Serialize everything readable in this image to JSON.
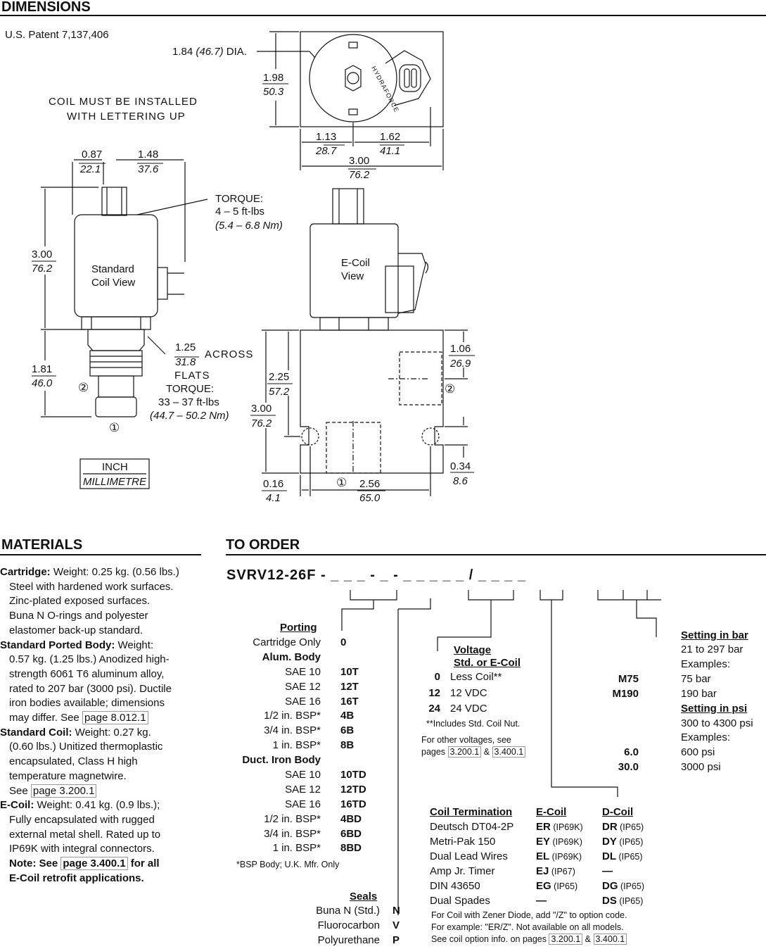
{
  "headings": {
    "dimensions": "DIMENSIONS",
    "materials": "MATERIALS",
    "to_order": "TO ORDER"
  },
  "dims": {
    "patent": "U.S. Patent 7,137,406",
    "note_line1": "COIL MUST BE INSTALLED",
    "note_line2": "WITH LETTERING UP",
    "dia_label": "1.84 ",
    "dia_mm": "(46.7)",
    "dia_suffix": " DIA.",
    "top_h_in": "1.98",
    "top_h_mm": "50.3",
    "top_w1_in": "1.13",
    "top_w1_mm": "28.7",
    "top_w2_in": "1.62",
    "top_w2_mm": "41.1",
    "top_w_in": "3.00",
    "top_w_mm": "76.2",
    "brand": "HYDRAFORCE",
    "w087_in": "0.87",
    "w087_mm": "22.1",
    "w148_in": "1.48",
    "w148_mm": "37.6",
    "torque1": "TORQUE:",
    "torque1_a": "4 – 5 ft-lbs",
    "torque1_b": "(5.4 – 6.8 Nm)",
    "std_coil1": "Standard",
    "std_coil2": "Coil View",
    "ecoil1": "E-Coil",
    "ecoil2": "View",
    "h300_in": "3.00",
    "h300_mm": "76.2",
    "h181_in": "1.81",
    "h181_mm": "46.0",
    "flats_in": "1.25",
    "flats_mm": "31.8",
    "across": "ACROSS",
    "flats": "FLATS",
    "torque2": "TORQUE:",
    "torque2_a": "33 – 37 ft-lbs",
    "torque2_b": "(44.7 – 50.2 Nm)",
    "port1": "①",
    "port2": "②",
    "unit_in": "INCH",
    "unit_mm": "MILLIMETRE",
    "b225_in": "2.25",
    "b225_mm": "57.2",
    "b300_in": "3.00",
    "b300_mm": "76.2",
    "b106_in": "1.06",
    "b106_mm": "26.9",
    "b034_in": "0.34",
    "b034_mm": "8.6",
    "b016_in": "0.16",
    "b016_mm": "4.1",
    "b256_in": "2.56",
    "b256_mm": "65.0"
  },
  "materials": {
    "cart_h": "Cartridge:",
    "cart_t": " Weight: 0.25 kg. (0.56 lbs.)",
    "cart_l": [
      "Steel with hardened work surfaces.",
      "Zinc-plated exposed surfaces.",
      "Buna N O-rings and polyester",
      "elastomer back-up standard."
    ],
    "body_h": "Standard Ported Body:",
    "body_t": " Weight:",
    "body_l": [
      "0.57 kg. (1.25 lbs.) Anodized high-",
      "strength 6061 T6 aluminum alloy,",
      "rated to 207 bar (3000 psi). Ductile",
      "iron bodies available; dimensions"
    ],
    "body_last": "may differ. See ",
    "body_link": "page 8.012.1",
    "coil_h": "Standard Coil:",
    "coil_t": " Weight: 0.27 kg.",
    "coil_l": [
      "(0.60 lbs.) Unitized thermoplastic",
      "encapsulated, Class H high",
      "temperature magnetwire."
    ],
    "coil_last": "See ",
    "coil_link": "page 3.200.1",
    "ecoil_h": "E-Coil:",
    "ecoil_t": " Weight: 0.41 kg. (0.9 lbs.);",
    "ecoil_l": [
      "Fully encapsulated with rugged",
      "external metal shell. Rated up to",
      "IP69K with integral connectors."
    ],
    "note_a": "Note: See ",
    "note_link": "page 3.400.1",
    "note_b": " for all",
    "note_c": "E-Coil retrofit applications."
  },
  "order": {
    "model": "SVRV12-26F - _ _ _ - _ - _ _ _ _ _ / _ _ _ _",
    "porting_h": "Porting",
    "porting": [
      {
        "label": "Cartridge Only",
        "code": "0"
      },
      {
        "label": "Alum. Body",
        "code": "",
        "head": true
      },
      {
        "label": "SAE 10",
        "code": "10T"
      },
      {
        "label": "SAE 12",
        "code": "12T"
      },
      {
        "label": "SAE 16",
        "code": "16T"
      },
      {
        "label": "1/2 in. BSP*",
        "code": "4B"
      },
      {
        "label": "3/4 in. BSP*",
        "code": "6B"
      },
      {
        "label": "1 in. BSP*",
        "code": "8B"
      },
      {
        "label": "Duct. Iron Body",
        "code": "",
        "head": true
      },
      {
        "label": "SAE 10",
        "code": "10TD"
      },
      {
        "label": "SAE 12",
        "code": "12TD"
      },
      {
        "label": "SAE 16",
        "code": "16TD"
      },
      {
        "label": "1/2 in. BSP*",
        "code": "4BD"
      },
      {
        "label": "3/4 in. BSP*",
        "code": "6BD"
      },
      {
        "label": "1 in. BSP*",
        "code": "8BD"
      }
    ],
    "bsp_note": "*BSP Body; U.K. Mfr. Only",
    "seals_h": "Seals",
    "seals": [
      {
        "label": "Buna N (Std.)",
        "code": "N"
      },
      {
        "label": "Fluorocarbon",
        "code": "V"
      },
      {
        "label": "Polyurethane",
        "code": "P"
      }
    ],
    "voltage_h1": "Voltage",
    "voltage_h2": "Std. or E-Coil",
    "voltage": [
      {
        "code": "0",
        "label": "Less Coil**"
      },
      {
        "code": "12",
        "label": "12 VDC"
      },
      {
        "code": "24",
        "label": "24 VDC"
      }
    ],
    "volt_note": "**Includes Std. Coil Nut.",
    "other_v1": "For other voltages, see",
    "other_v2": "pages ",
    "other_link1": "3.200.1",
    "amp": " & ",
    "other_link2": "3.400.1",
    "set_bar_h": "Setting in bar",
    "set_bar_range": "21 to 297 bar",
    "examples": "Examples:",
    "bar_ex": [
      {
        "code": "M75",
        "label": "75 bar"
      },
      {
        "code": "M190",
        "label": "190 bar"
      }
    ],
    "set_psi_h": "Setting in psi",
    "set_psi_range": "300 to 4300 psi",
    "psi_ex": [
      {
        "code": "6.0",
        "label": "600 psi"
      },
      {
        "code": "30.0",
        "label": "3000 psi"
      }
    ],
    "coil_term_h": "Coil Termination",
    "ecoil_h": "E-Coil",
    "dcoil_h": "D-Coil",
    "coil_rows": [
      {
        "name": "Deutsch DT04-2P",
        "e": "ER",
        "ep": " (IP69K)",
        "d": "DR",
        "dp": " (IP65)"
      },
      {
        "name": "Metri-Pak 150",
        "e": "EY",
        "ep": " (IP69K)",
        "d": "DY",
        "dp": " (IP65)"
      },
      {
        "name": "Dual Lead Wires",
        "e": "EL",
        "ep": " (IP69K)",
        "d": "DL",
        "dp": " (IP65)"
      },
      {
        "name": "Amp Jr. Timer",
        "e": "EJ",
        "ep": " (IP67)",
        "d": "—",
        "dp": ""
      },
      {
        "name": "DIN 43650",
        "e": "EG",
        "ep": " (IP65)",
        "d": "DG",
        "dp": " (IP65)"
      },
      {
        "name": "Dual Spades",
        "e": "—",
        "ep": "",
        "d": "DS",
        "dp": " (IP65)"
      }
    ],
    "zener1": "For Coil with Zener Diode, add \"/Z\" to option code.",
    "zener2": "For example: \"ER/Z\". Not available on all models.",
    "zener3": "See coil option info. on pages ",
    "zener_link1": "3.200.1",
    "zener_amp": " & ",
    "zener_link2": "3.400.1"
  }
}
